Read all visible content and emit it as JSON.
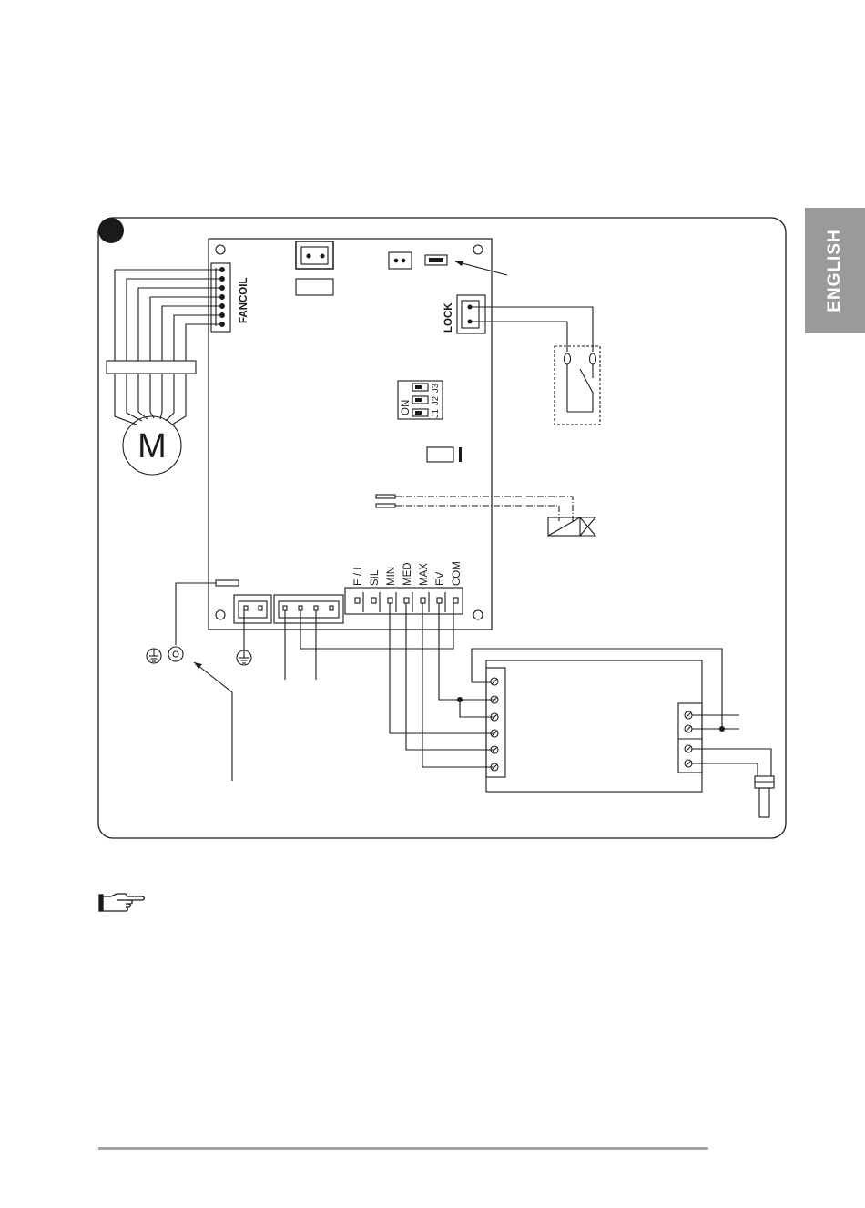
{
  "side_tab": {
    "label": "ENGLISH"
  },
  "diagram": {
    "motor_label": "M",
    "fancoil_connector_label": "FANCOIL",
    "lock_connector_label": "LOCK",
    "dip_switch": {
      "on_label": "ON",
      "switch_labels": [
        "J1",
        "J2",
        "J3"
      ]
    },
    "terminal_labels": [
      "E / I",
      "SIL",
      "MIN",
      "MED",
      "MAX",
      "EV",
      "COM"
    ]
  },
  "colors": {
    "tab_background": "#9a9a9a",
    "line": "#1a1a1a",
    "footer_rule": "#a3a3a3"
  },
  "icons": [
    "pointing-hand-icon",
    "earth-ground-icon",
    "ring-terminal-icon",
    "motor-icon",
    "solenoid-valve-icon",
    "fuse-icon"
  ]
}
